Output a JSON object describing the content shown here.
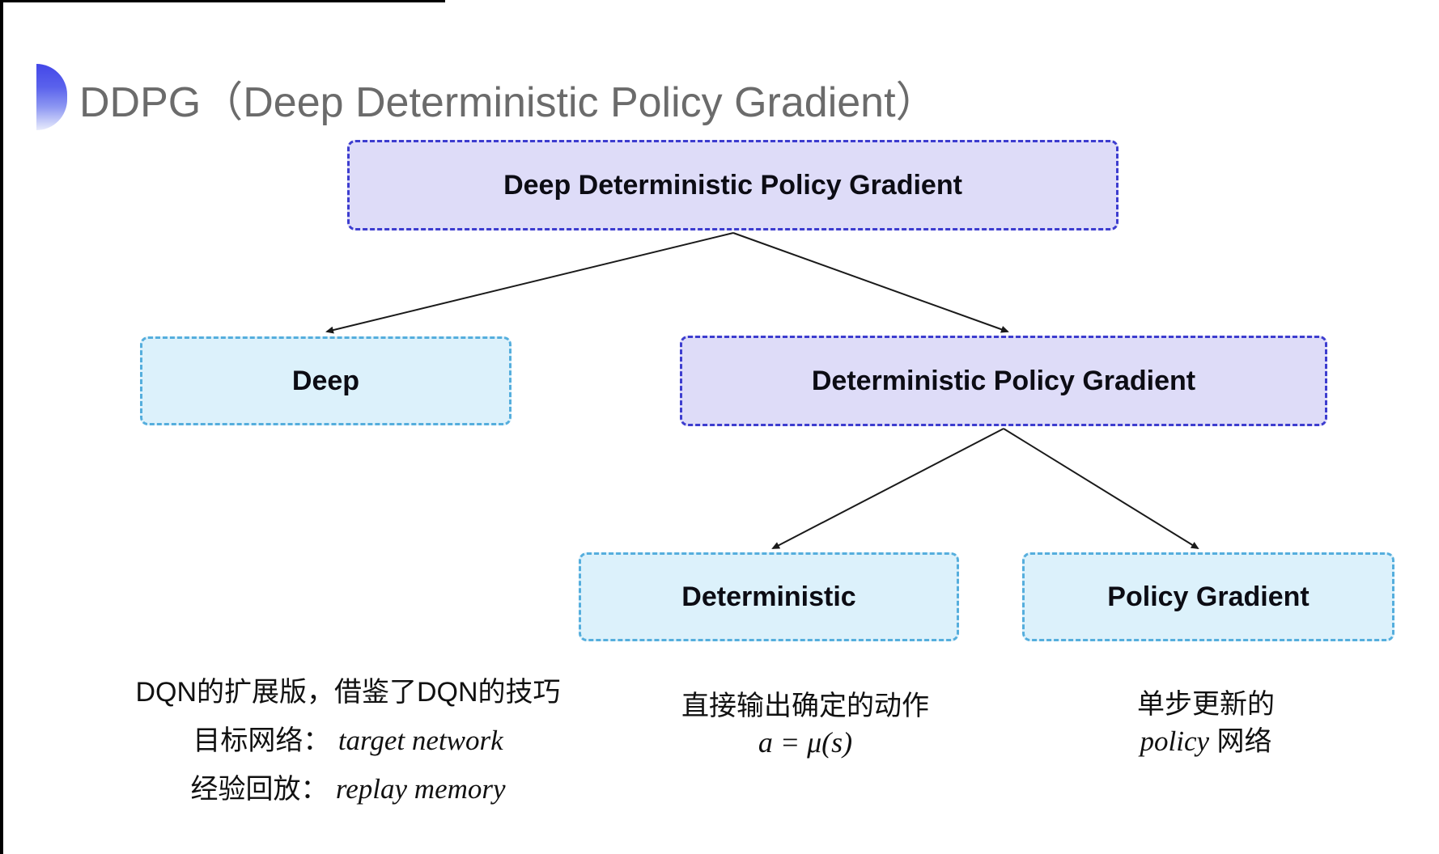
{
  "page": {
    "background": "#ffffff",
    "edge_bar_color": "#000000"
  },
  "title": {
    "text": "DDPG（Deep Deterministic Policy Gradient）",
    "color": "#6b6b6b",
    "bullet_gradient_top": "#4347e8",
    "bullet_gradient_bottom": "#e9ecfc"
  },
  "colors": {
    "lavender_fill": "#dedcf8",
    "lavender_border": "#3d3dcf",
    "cyan_fill": "#dcf1fb",
    "cyan_border": "#55aedd",
    "node_text": "#0c0c14",
    "arrow": "#1a1a1a"
  },
  "diagram": {
    "nodes": [
      {
        "id": "root",
        "label": "Deep Deterministic Policy Gradient",
        "variant": "lavender"
      },
      {
        "id": "deep",
        "label": "Deep",
        "variant": "cyan"
      },
      {
        "id": "dpg",
        "label": "Deterministic Policy Gradient",
        "variant": "lavender"
      },
      {
        "id": "deterministic",
        "label": "Deterministic",
        "variant": "cyan"
      },
      {
        "id": "policy-gradient",
        "label": "Policy Gradient",
        "variant": "cyan"
      }
    ],
    "edges": [
      {
        "from": "root",
        "to": "deep"
      },
      {
        "from": "root",
        "to": "dpg"
      },
      {
        "from": "dpg",
        "to": "deterministic"
      },
      {
        "from": "dpg",
        "to": "policy-gradient"
      }
    ]
  },
  "notes": {
    "deep": {
      "line1": "DQN的扩展版，借鉴了DQN的技巧",
      "line2_label": "目标网络：",
      "line2_term": "target network",
      "line3_label": "经验回放：",
      "line3_term": "replay memory"
    },
    "deterministic": {
      "line1": "直接输出确定的动作",
      "formula": "a = μ(s)"
    },
    "policy_gradient": {
      "line1": "单步更新的",
      "term": "policy",
      "suffix": " 网络"
    }
  }
}
